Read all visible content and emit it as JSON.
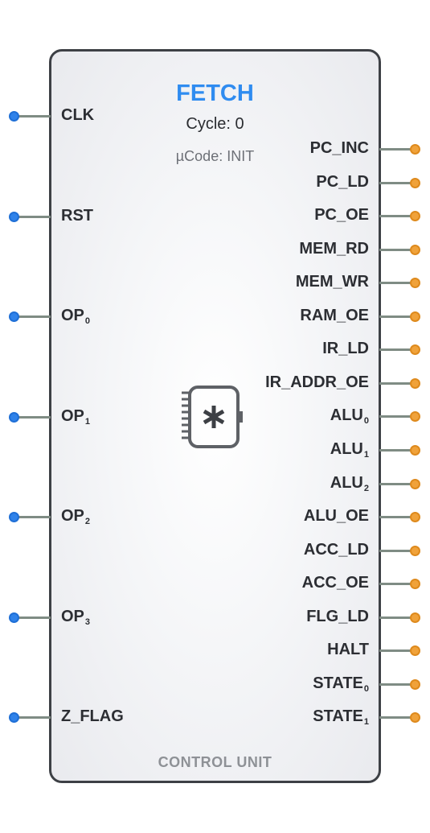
{
  "state_name": "FETCH",
  "cycle_text": "Cycle: 0",
  "ucode_text": "µCode: INIT",
  "footer": "CONTROL UNIT",
  "icon": "chip-icon",
  "colors": {
    "title": "#2f8cf0",
    "input_pin": "#2f82ea",
    "output_pin": "#f0a23a",
    "wire": "#7f8c84"
  },
  "input_pins": [
    {
      "name": "CLK",
      "sub": ""
    },
    {
      "name": "RST",
      "sub": ""
    },
    {
      "name": "OP",
      "sub": "0"
    },
    {
      "name": "OP",
      "sub": "1"
    },
    {
      "name": "OP",
      "sub": "2"
    },
    {
      "name": "OP",
      "sub": "3"
    },
    {
      "name": "Z_FLAG",
      "sub": ""
    }
  ],
  "output_pins": [
    {
      "name": "PC_INC",
      "sub": ""
    },
    {
      "name": "PC_LD",
      "sub": ""
    },
    {
      "name": "PC_OE",
      "sub": ""
    },
    {
      "name": "MEM_RD",
      "sub": ""
    },
    {
      "name": "MEM_WR",
      "sub": ""
    },
    {
      "name": "RAM_OE",
      "sub": ""
    },
    {
      "name": "IR_LD",
      "sub": ""
    },
    {
      "name": "IR_ADDR_OE",
      "sub": ""
    },
    {
      "name": "ALU",
      "sub": "0"
    },
    {
      "name": "ALU",
      "sub": "1"
    },
    {
      "name": "ALU",
      "sub": "2"
    },
    {
      "name": "ALU_OE",
      "sub": ""
    },
    {
      "name": "ACC_LD",
      "sub": ""
    },
    {
      "name": "ACC_OE",
      "sub": ""
    },
    {
      "name": "FLG_LD",
      "sub": ""
    },
    {
      "name": "HALT",
      "sub": ""
    },
    {
      "name": "STATE",
      "sub": "0"
    },
    {
      "name": "STATE",
      "sub": "1"
    }
  ]
}
